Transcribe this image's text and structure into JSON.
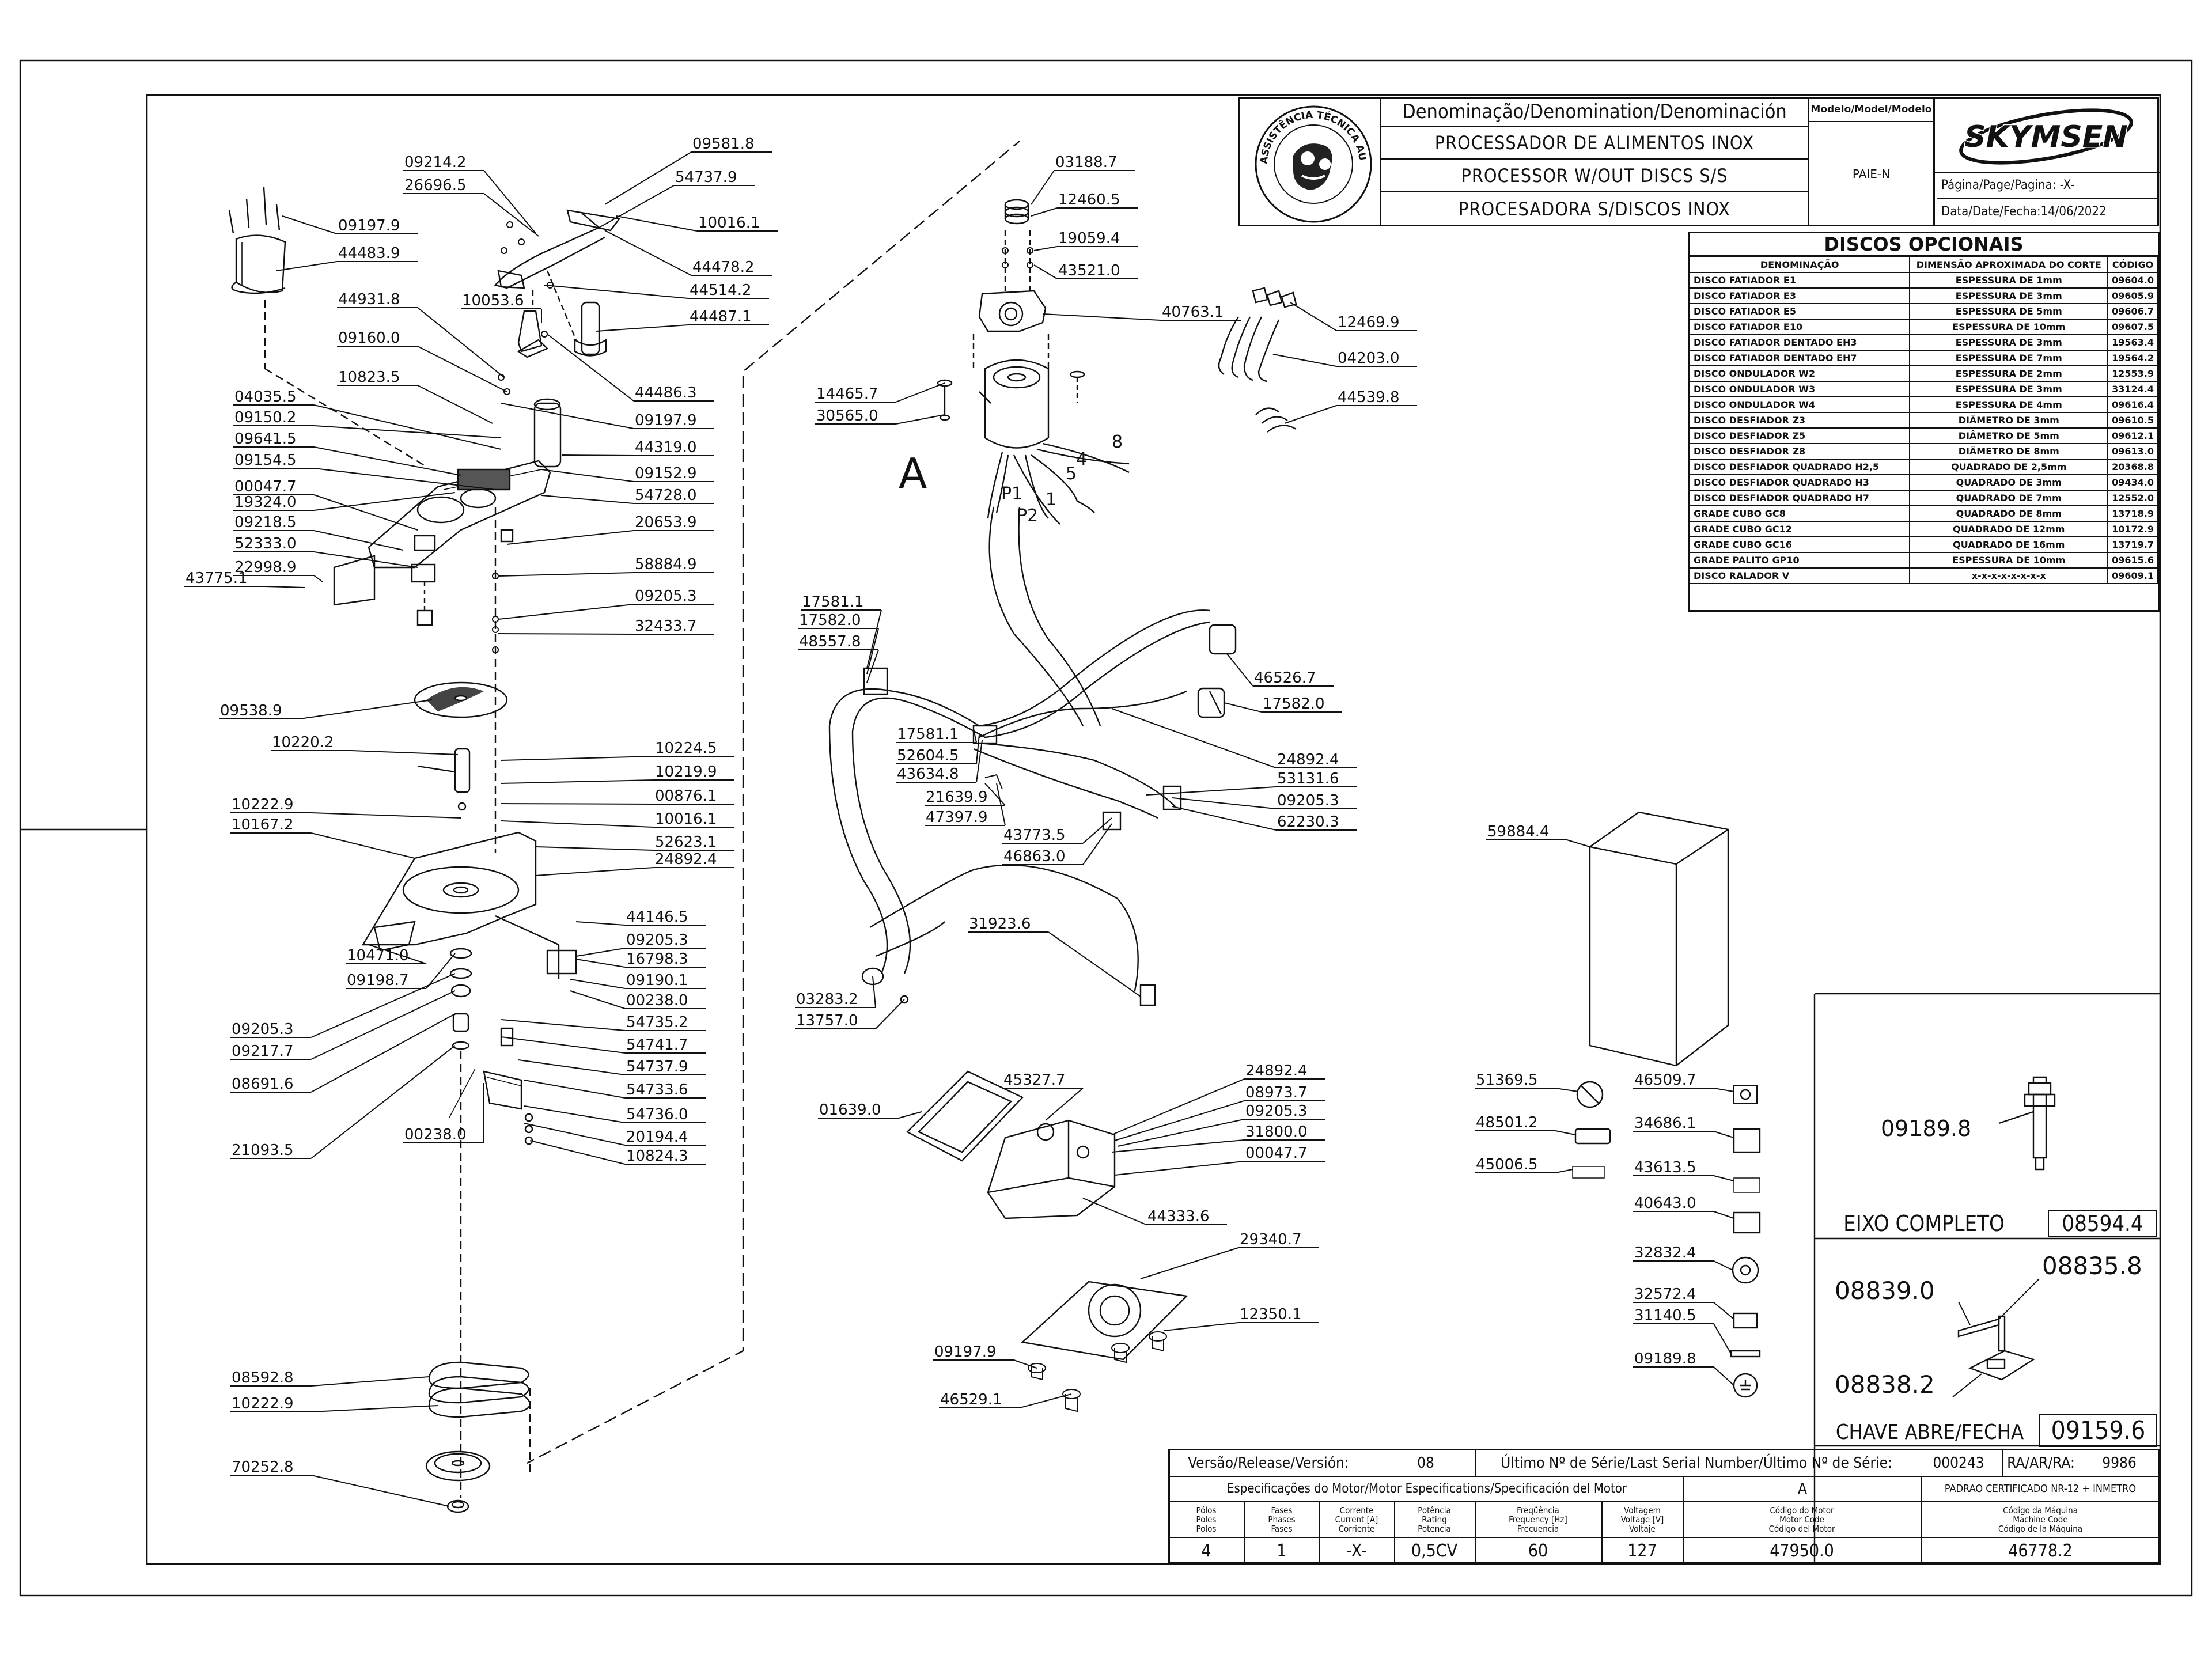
{
  "header": {
    "denomination_label": "Denominação/Denomination/Denominación",
    "title_pt": "PROCESSADOR DE ALIMENTOS INOX",
    "title_en": "PROCESSOR W/OUT DISCS S/S",
    "title_es": "PROCESADORA S/DISCOS INOX",
    "model_label": "Modelo/Model/Modelo",
    "model_value": "PAIE-N",
    "brand": "SKYMSEN",
    "page_label": "Página/Page/Pagina: -X-",
    "date_label": "Data/Date/Fecha:14/06/2022",
    "seal_text": "ASSISTÊNCIA TÉCNICA AUTORIZADA"
  },
  "discs": {
    "title": "DISCOS OPCIONAIS",
    "columns": [
      "DENOMINAÇÃO",
      "DIMENSÃO APROXIMADA DO CORTE",
      "CÓDIGO"
    ],
    "rows": [
      [
        "DISCO FATIADOR E1",
        "ESPESSURA DE 1mm",
        "09604.0"
      ],
      [
        "DISCO FATIADOR E3",
        "ESPESSURA DE 3mm",
        "09605.9"
      ],
      [
        "DISCO FATIADOR E5",
        "ESPESSURA DE 5mm",
        "09606.7"
      ],
      [
        "DISCO FATIADOR E10",
        "ESPESSURA DE 10mm",
        "09607.5"
      ],
      [
        "DISCO FATIADOR DENTADO EH3",
        "ESPESSURA DE 3mm",
        "19563.4"
      ],
      [
        "DISCO FATIADOR DENTADO EH7",
        "ESPESSURA DE 7mm",
        "19564.2"
      ],
      [
        "DISCO ONDULADOR W2",
        "ESPESSURA DE 2mm",
        "12553.9"
      ],
      [
        "DISCO ONDULADOR W3",
        "ESPESSURA DE 3mm",
        "33124.4"
      ],
      [
        "DISCO ONDULADOR W4",
        "ESPESSURA DE 4mm",
        "09616.4"
      ],
      [
        "DISCO DESFIADOR Z3",
        "DIÂMETRO DE 3mm",
        "09610.5"
      ],
      [
        "DISCO DESFIADOR Z5",
        "DIÂMETRO DE 5mm",
        "09612.1"
      ],
      [
        "DISCO DESFIADOR Z8",
        "DIÂMETRO DE 8mm",
        "09613.0"
      ],
      [
        "DISCO DESFIADOR QUADRADO H2,5",
        "QUADRADO DE 2,5mm",
        "20368.8"
      ],
      [
        "DISCO DESFIADOR QUADRADO H3",
        "QUADRADO DE 3mm",
        "09434.0"
      ],
      [
        "DISCO DESFIADOR QUADRADO H7",
        "QUADRADO DE 7mm",
        "12552.0"
      ],
      [
        "GRADE CUBO GC8",
        "QUADRADO DE 8mm",
        "13718.9"
      ],
      [
        "GRADE CUBO GC12",
        "QUADRADO DE 12mm",
        "10172.9"
      ],
      [
        "GRADE CUBO GC16",
        "QUADRADO DE 16mm",
        "13719.7"
      ],
      [
        "GRADE PALITO GP10",
        "ESPESSURA DE 10mm",
        "09615.6"
      ],
      [
        "DISCO RALADOR V",
        "x-x-x-x-x-x-x-x",
        "09609.1"
      ]
    ]
  },
  "parts_labels": [
    "09581.8",
    "54737.9",
    "09214.2",
    "26696.5",
    "10016.1",
    "09197.9",
    "44483.9",
    "44478.2",
    "44514.2",
    "44487.1",
    "10053.6",
    "44931.8",
    "09160.0",
    "44486.3",
    "10823.5",
    "09197.9",
    "04035.5",
    "09150.2",
    "44319.0",
    "09641.5",
    "09152.9",
    "09154.5",
    "00047.7",
    "19324.0",
    "54728.0",
    "09218.5",
    "20653.9",
    "52333.0",
    "22998.9",
    "43775.1",
    "58884.9",
    "09205.3",
    "32433.7",
    "09538.9",
    "10220.2",
    "10224.5",
    "10219.9",
    "00876.1",
    "10222.9",
    "10016.1",
    "10167.2",
    "52623.1",
    "24892.4",
    "44146.5",
    "09205.3",
    "16798.3",
    "09190.1",
    "10471.0",
    "09198.7",
    "00238.0",
    "09205.3",
    "54735.2",
    "09217.7",
    "54741.7",
    "08691.6",
    "54737.9",
    "54733.6",
    "54736.0",
    "00238.0",
    "20194.4",
    "21093.5",
    "10824.3",
    "08592.8",
    "10222.9",
    "70252.8",
    "03188.7",
    "12460.5",
    "19059.4",
    "43521.0",
    "40763.1",
    "14465.7",
    "30565.0",
    "17581.1",
    "17582.0",
    "48557.8",
    "46526.7",
    "17582.0",
    "17581.1",
    "52604.5",
    "43634.8",
    "24892.4",
    "53131.6",
    "21639.9",
    "47397.9",
    "09205.3",
    "62230.3",
    "43773.5",
    "46863.0",
    "31923.6",
    "03283.2",
    "13757.0",
    "12469.9",
    "04203.0",
    "44539.8",
    "59884.4",
    "24892.4",
    "08973.7",
    "01639.0",
    "45327.7",
    "09205.3",
    "31800.0",
    "00047.7",
    "44333.6",
    "29340.7",
    "12350.1",
    "09197.9",
    "46529.1",
    "51369.5",
    "48501.2",
    "45006.5",
    "46509.7",
    "34686.1",
    "43613.5",
    "40643.0",
    "32832.4",
    "32572.4",
    "31140.5",
    "09189.8"
  ],
  "motor_labels": {
    "assembly": "A",
    "p1": "P1",
    "p2": "P2",
    "w1": "1",
    "w4": "4",
    "w5": "5",
    "w8": "8"
  },
  "eixo": {
    "label": "EIXO COMPLETO",
    "code": "08594.4",
    "part": "09189.8"
  },
  "chave": {
    "label": "CHAVE ABRE/FECHA",
    "code": "09159.6",
    "parts": [
      "08839.0",
      "08835.8",
      "08838.2"
    ]
  },
  "footer": {
    "version_label": "Versão/Release/Versión:",
    "version_value": "08",
    "serial_label": "Último Nº de Série/Last Serial Number/Último Nº de Série:",
    "serial_value": "000243",
    "ra_label": "RA/AR/RA:",
    "ra_value": "9986",
    "spec_label": "Especificações do Motor/Motor Especifications/Specificación del Motor",
    "spec_value": "A",
    "cert_label": "PADRAO CERTIFICADO NR-12 + INMETRO",
    "col_headers": [
      "Pólos\nPoles\nPolos",
      "Fases\nPhases\nFases",
      "Corrente\nCurrent [A]\nCorriente",
      "Potência\nRating\nPotencia",
      "Freqüência\nFrequency [Hz]\nFrecuencia",
      "Voltagem\nVoltage [V]\nVoltaje",
      "Código do Motor\nMotor Code\nCódigo del Motor",
      "Código da Máquina\nMachine Code\nCódigo de la Máquina"
    ],
    "values": [
      "4",
      "1",
      "-X-",
      "0,5CV",
      "60",
      "127",
      "47950.0",
      "46778.2"
    ]
  }
}
